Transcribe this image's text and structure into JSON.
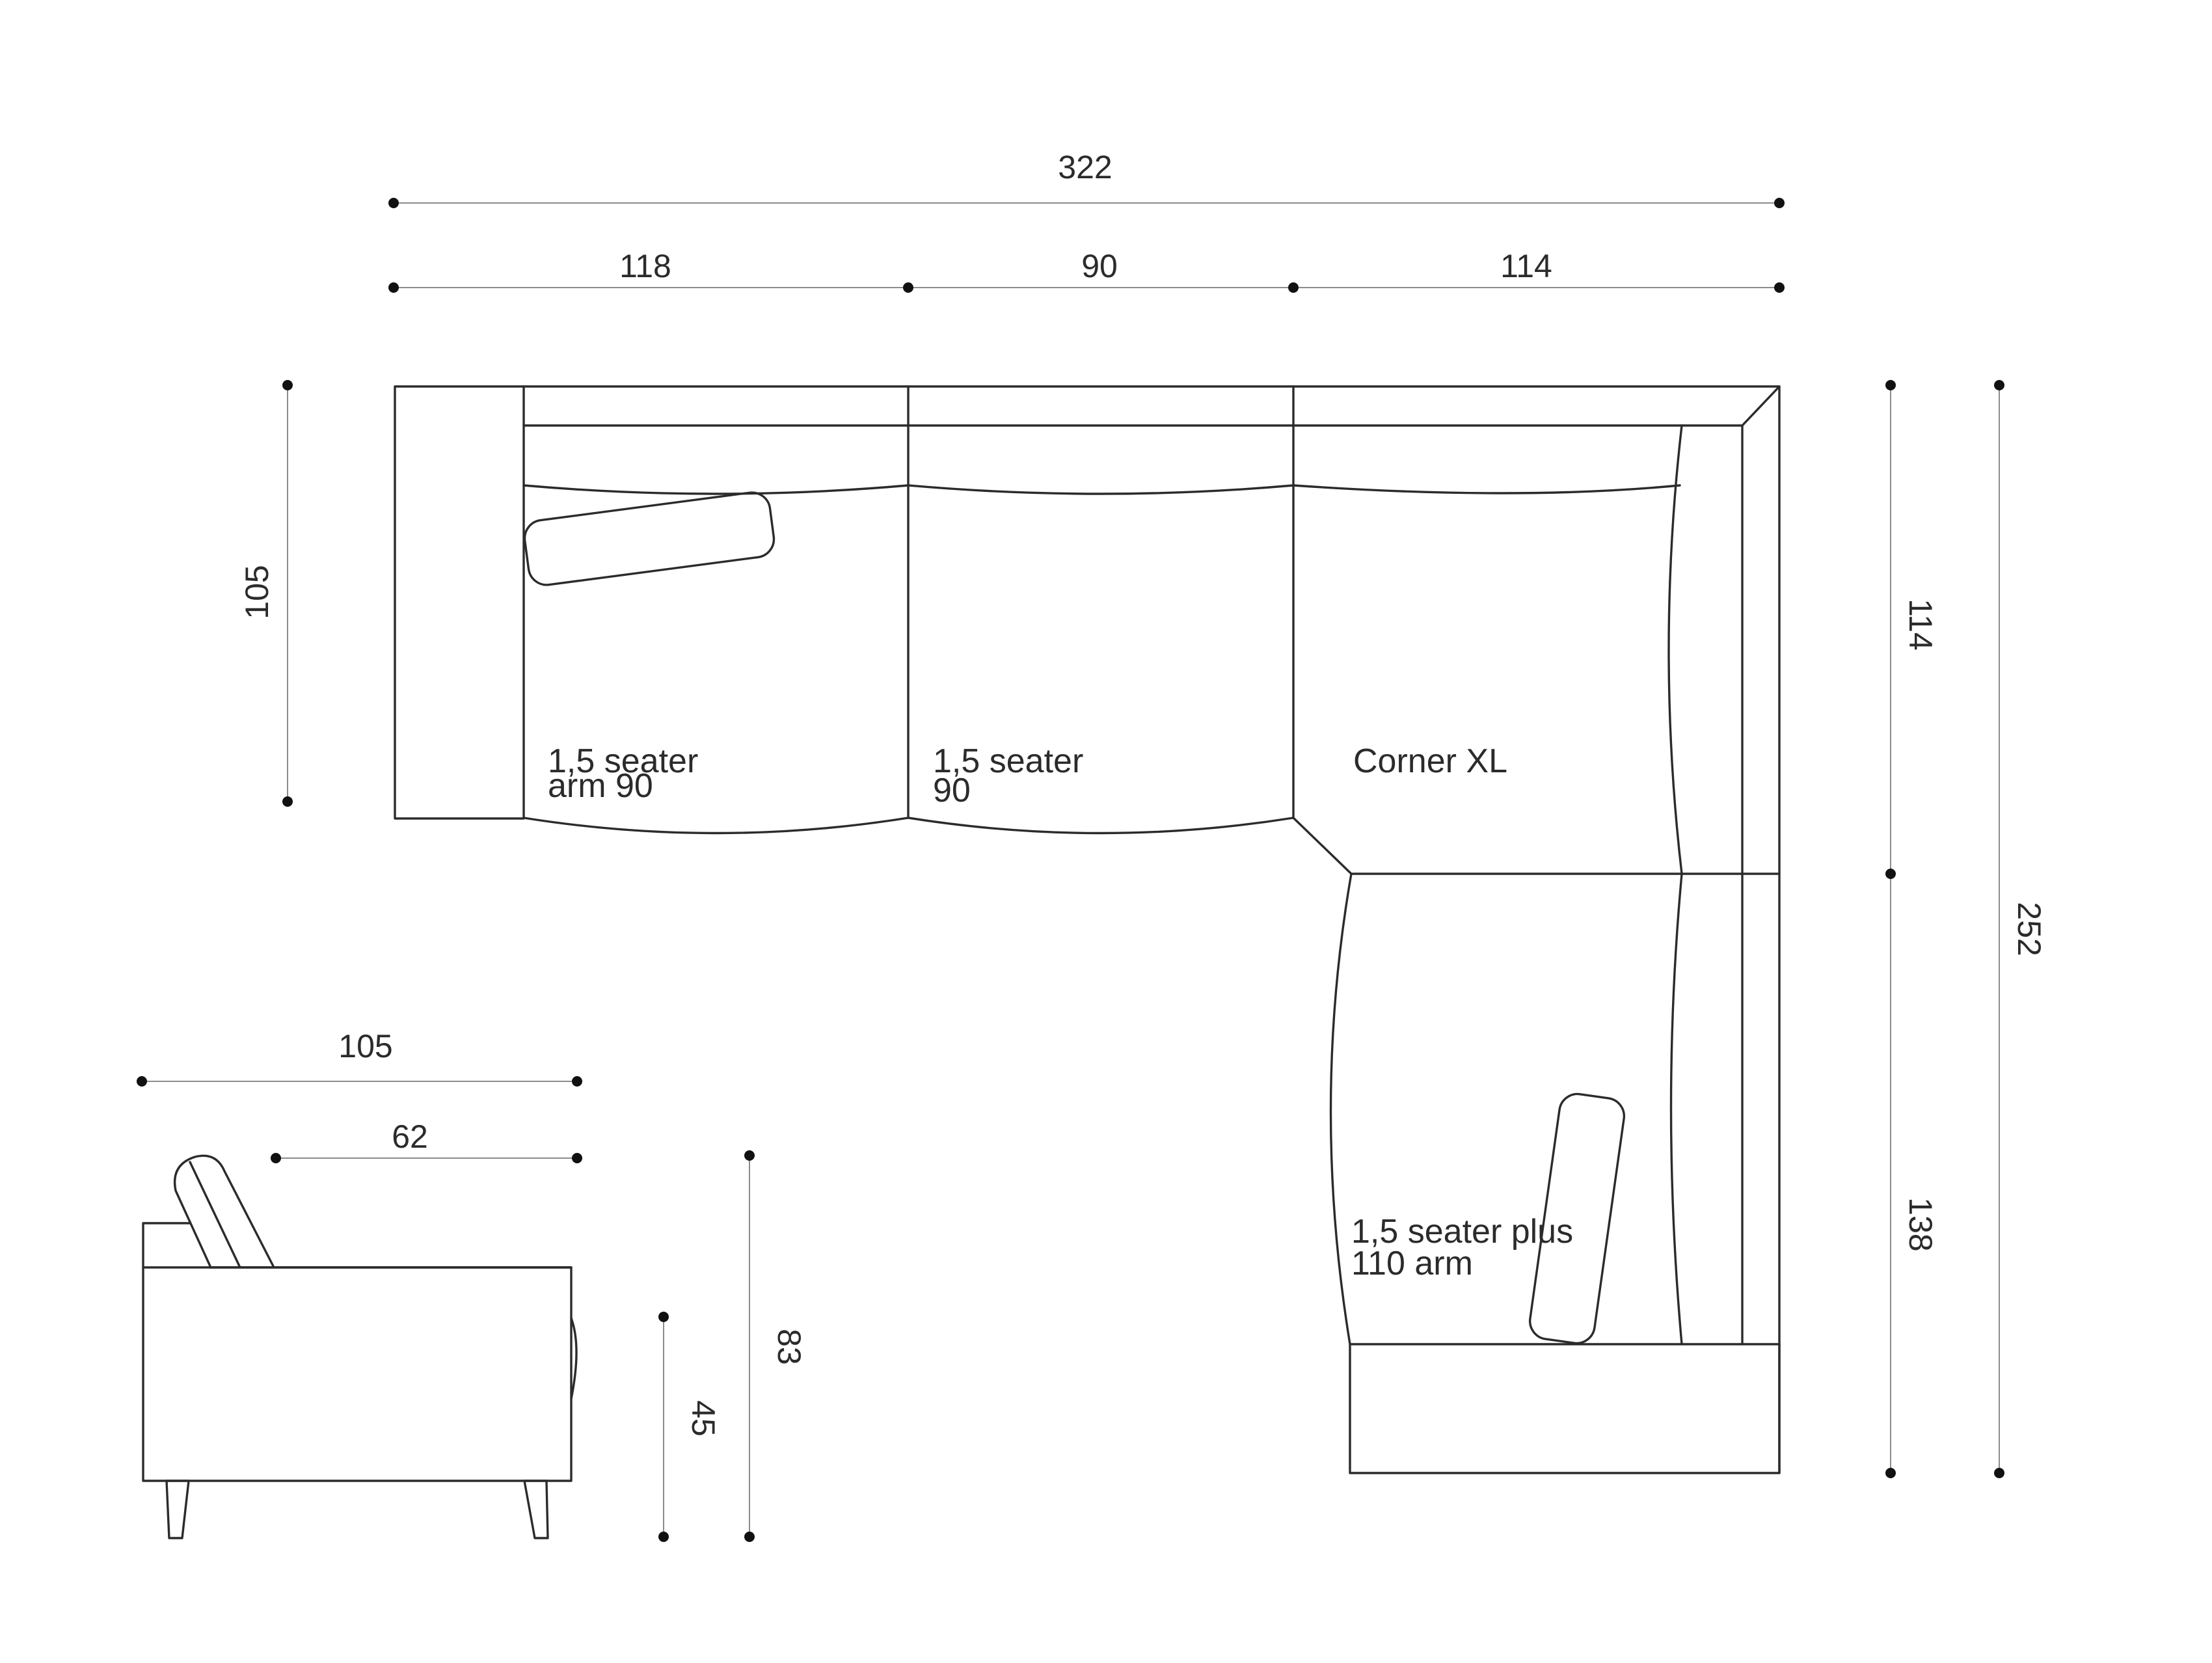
{
  "top_view": {
    "dimensions": {
      "total_width": "322",
      "segment_1": "118",
      "segment_2": "90",
      "segment_3": "114",
      "left_depth": "105",
      "right_upper": "114",
      "right_lower": "138",
      "right_total": "252"
    },
    "modules": [
      {
        "line1": "1,5 seater",
        "line2": "arm 90"
      },
      {
        "line1": "1,5 seater",
        "line2": "90"
      },
      {
        "line1": "Corner XL",
        "line2": ""
      },
      {
        "line1": "1,5 seater plus",
        "line2": "110 arm"
      }
    ]
  },
  "side_view": {
    "dimensions": {
      "depth": "105",
      "seat_depth": "62",
      "seat_height": "45",
      "total_height": "83"
    }
  }
}
